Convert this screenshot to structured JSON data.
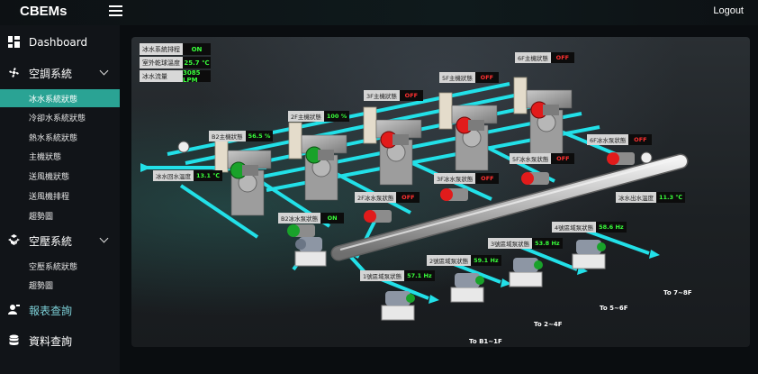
{
  "brand": "CBEMs",
  "logout": "Logout",
  "sidebar": {
    "dashboard": "Dashboard",
    "hvac": "空調系統",
    "hvac_items": [
      "冰水系統狀態",
      "冷卻水系統狀態",
      "熱水系統狀態",
      "主機狀態",
      "送風機狀態",
      "送風機排程",
      "趨勢圖"
    ],
    "air": "空壓系統",
    "air_items": [
      "空壓系統狀態",
      "趨勢圖"
    ],
    "report": "報表查詢",
    "data": "資料查詢"
  },
  "info": [
    {
      "label": "冰水系統排程",
      "value": "ON"
    },
    {
      "label": "室外乾球溫度",
      "value": "25.7 ℃"
    },
    {
      "label": "冰水流量",
      "value": "3085 LPM"
    }
  ],
  "tags": {
    "b2_main": {
      "label": "B2主機狀態",
      "value": "56.5 %"
    },
    "f2_main": {
      "label": "2F主機狀態",
      "value": "100 %"
    },
    "f3_main": {
      "label": "3F主機狀態",
      "value": "OFF"
    },
    "f5_main": {
      "label": "5F主機狀態",
      "value": "OFF"
    },
    "f6_main": {
      "label": "6F主機狀態",
      "value": "OFF"
    },
    "return_temp": {
      "label": "冰水回水溫度",
      "value": "13.1 ℃"
    },
    "supply_temp": {
      "label": "冰水出水溫度",
      "value": "11.3 ℃"
    },
    "b2_pump": {
      "label": "B2冰水泵狀態",
      "value": "ON"
    },
    "f2_pump": {
      "label": "2F冰水泵狀態",
      "value": "OFF"
    },
    "f3_pump": {
      "label": "3F冰水泵狀態",
      "value": "OFF"
    },
    "f5_pump": {
      "label": "5F冰水泵狀態",
      "value": "OFF"
    },
    "f6_pump": {
      "label": "6F冰水泵狀態",
      "value": "OFF"
    },
    "z1_pump": {
      "label": "1號區域泵狀態",
      "value": "57.1 Hz"
    },
    "z2_pump": {
      "label": "2號區域泵狀態",
      "value": "59.1 Hz"
    },
    "z3_pump": {
      "label": "3號區域泵狀態",
      "value": "53.8 Hz"
    },
    "z4_pump": {
      "label": "4號區域泵狀態",
      "value": "58.6 Hz"
    }
  },
  "destinations": [
    "To B1~1F",
    "To 2~4F",
    "To 5~6F",
    "To 7~8F"
  ],
  "colors": {
    "accent": "#2aa394",
    "pipe": "#22e0e8",
    "on": "#39ff3b",
    "off": "#ff3030"
  }
}
